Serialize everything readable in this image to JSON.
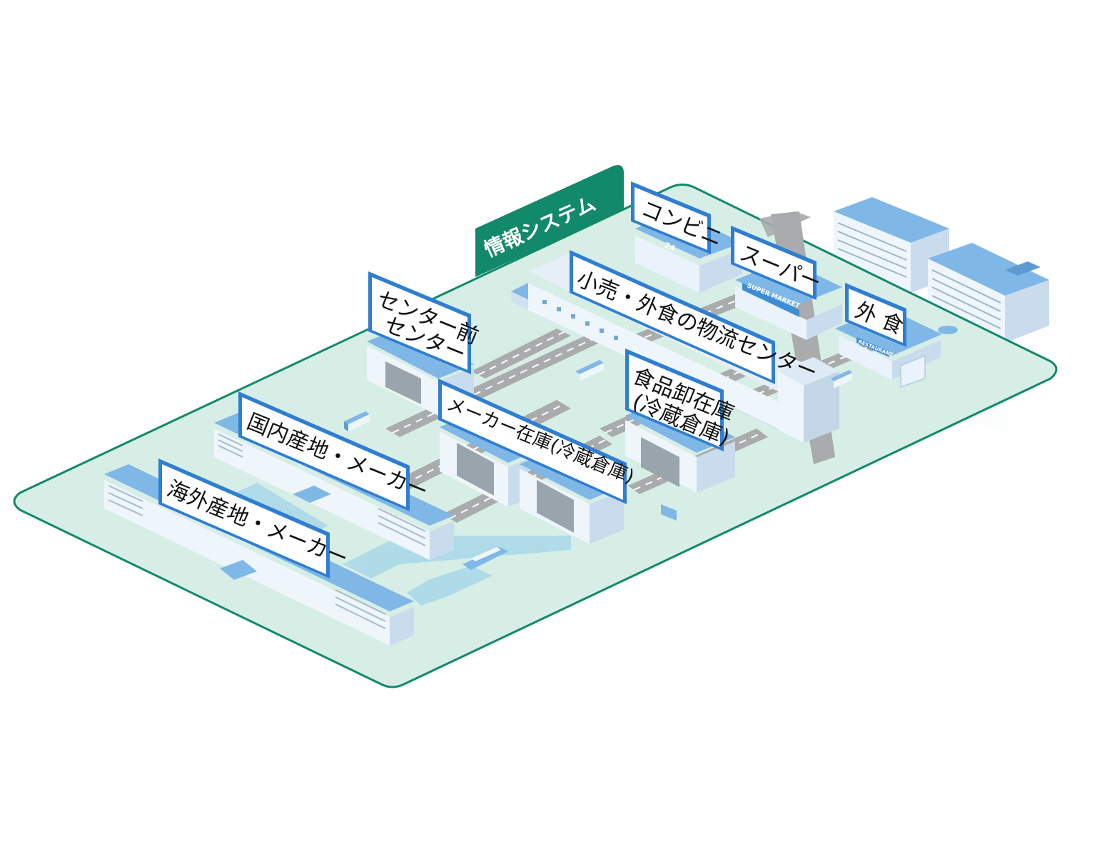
{
  "system_label": "情報システム",
  "colors": {
    "frame": "#12896a",
    "floor": "#d7eee6",
    "road": "#a9abac",
    "building_light": "#eaf3fb",
    "building_blue": "#7fb7e6",
    "sign_border": "#2f7ed1"
  },
  "signs": {
    "conveni": "コンビニ",
    "super": "スーパー",
    "gaishoku": "外 食",
    "retail_center": "小売・外食の物流センター",
    "pre_center_1": "センター前",
    "pre_center_2": "センター",
    "food_wholesale_1": "食品卸在庫",
    "food_wholesale_2": "(冷蔵倉庫)",
    "maker_stock": "メーカー在庫(冷蔵倉庫)",
    "domestic": "国内産地・メーカー",
    "overseas": "海外産地・メーカー"
  },
  "storefront": {
    "conveni_number": "24",
    "super_label": "SUPER MARKET",
    "restaurant_label": "RESTAURANT"
  },
  "icons": [
    "truck-icon",
    "ship-icon",
    "car-icon"
  ]
}
